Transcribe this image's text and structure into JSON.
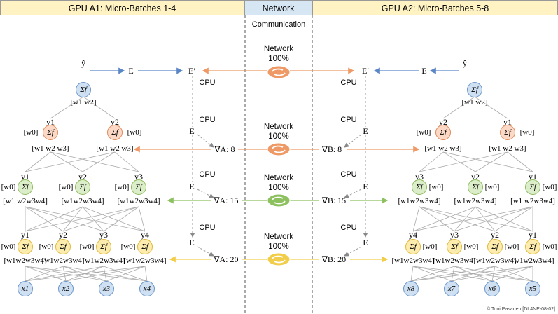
{
  "header": {
    "gpu_a1": "GPU A1: Micro-Batches 1-4",
    "network": "Network",
    "gpu_a2": "GPU A2: Micro-Batches 5-8"
  },
  "communication_label": "Communication",
  "network_transfers": [
    {
      "label": "Network",
      "value": "100%",
      "color": "#ee9966"
    },
    {
      "label": "Network",
      "value": "100%",
      "color": "#ee9966"
    },
    {
      "label": "Network",
      "value": "100%",
      "color": "#8dc05f"
    },
    {
      "label": "Network",
      "value": "100%",
      "color": "#f2cd4a"
    }
  ],
  "cpu_label": "CPU",
  "loss": {
    "e": "E",
    "e_prime": "E′",
    "y_hat": "ŷ"
  },
  "gradients_left": [
    "∇A: 8",
    "∇A: 15",
    "∇A: 20"
  ],
  "gradients_right": [
    "∇B: 8",
    "∇B: 15",
    "∇B: 20"
  ],
  "node_symbol": "Σf",
  "weights": {
    "output": "[w1 w2]",
    "layer2": "[w1 w2 w3]",
    "layer3": "[w1 w2w3w4]",
    "layer3_bracket": "[w1w2w3w4]",
    "layer4": "[w1w2w3w4]",
    "bias": "[w0]"
  },
  "layer_outputs": {
    "layer2": [
      "y1",
      "y2"
    ],
    "layer3": [
      "y1",
      "y2",
      "y3"
    ],
    "layer4": [
      "y1",
      "y2",
      "y3",
      "y4"
    ]
  },
  "inputs_left": [
    "x1",
    "x2",
    "x3",
    "x4"
  ],
  "inputs_right": [
    "x5",
    "x6",
    "x7",
    "x8"
  ],
  "colors": {
    "blue": "#5a86c6",
    "orange": "#ee9966",
    "green": "#8dc05f",
    "yellow": "#f2cd4a",
    "gray": "#999999"
  },
  "copyright": "© Toni Pasanen [DL4NE-08-02]"
}
